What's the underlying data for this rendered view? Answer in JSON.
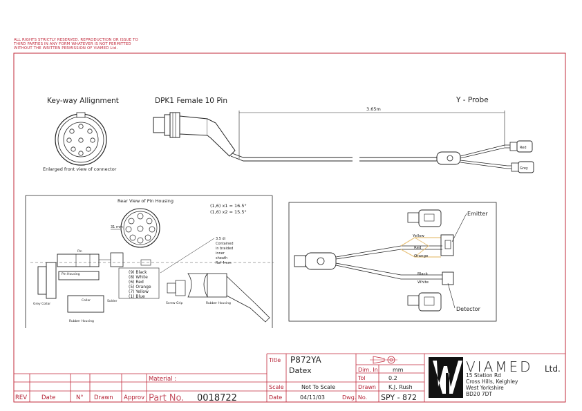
{
  "copyright_notice": [
    "ALL RIGHTS STRICTLY RESERVED. REPRODUCTION OR ISSUE TO",
    "THIRD PARTIES IN ANY FORM WHATEVER IS NOT PERMITTED",
    "WITHOUT THE WRITTEN PERMISSION OF VIAMED Ltd."
  ],
  "top_drawing": {
    "keyway_title": "Key-way Allignment",
    "keyway_caption": "Enlarged front view of connector",
    "connector_title": "DPK1 Female 10 Pin",
    "probe_title": "Y - Probe",
    "length_label": "3.65m",
    "label_red": "Red",
    "label_grey": "Grey"
  },
  "left_drawing": {
    "rear_view_title": "Rear View of Pin Housing",
    "pin_note_1": "(1,6) x1 = 16.5°",
    "pin_note_2": "(1,6) x2 = 15.5°",
    "pin_height": "31 mm",
    "pin_housing_label": "Pin Housing",
    "pin_label": "Pin",
    "grey_collar": "Grey Collar",
    "solder": "Solder",
    "collar": "Collar",
    "rubber_housing": "Rubber Housing",
    "screw_grip": "Screw Grip",
    "rubber_housing_2": "Rubber Housing",
    "cable_note": [
      "3.5 di",
      "Contained",
      "in braided",
      "inner",
      "sheath",
      "Ref 4mm"
    ],
    "wires": [
      "(9) Black",
      "(8) White",
      "(6) Red",
      "(5) Orange",
      "(7) Yellow",
      "(1) Blue"
    ]
  },
  "right_drawing": {
    "emitter": "Emitter",
    "detector": "Detector",
    "yellow": "Yellow",
    "red": "Red",
    "orange": "Orange",
    "black": "Black",
    "white": "White"
  },
  "title_block": {
    "title_label": "Title",
    "title_value": "P872YA",
    "title_sub": "Datex",
    "material_label": "Material :",
    "dim_in_label": "Dim. In",
    "dim_in_value": "mm",
    "tol_label": "Tol",
    "tol_value": "0.2",
    "scale_label": "Scale",
    "scale_value": "Not To Scale",
    "drawn_label": "Drawn",
    "drawn_value": "K.J. Rush",
    "date_label": "Date",
    "date_value": "04/11/03",
    "dwg_label": "Dwg. No.",
    "dwg_value": "SPY - 872",
    "part_label": "Part No.",
    "part_value": "0018722",
    "rev_headers": [
      "REV",
      "Date",
      "N°",
      "Drawn",
      "Approv"
    ],
    "company_name": "VIAMED",
    "company_suffix": "Ltd.",
    "address": [
      "15 Station Rd",
      "Cross Hills, Keighley",
      "West Yorkshire",
      "BD20 7DT"
    ]
  },
  "colors": {
    "frame_red": "#c0283a",
    "line": "#222222",
    "highlight_yellow": "#e8c27a"
  }
}
